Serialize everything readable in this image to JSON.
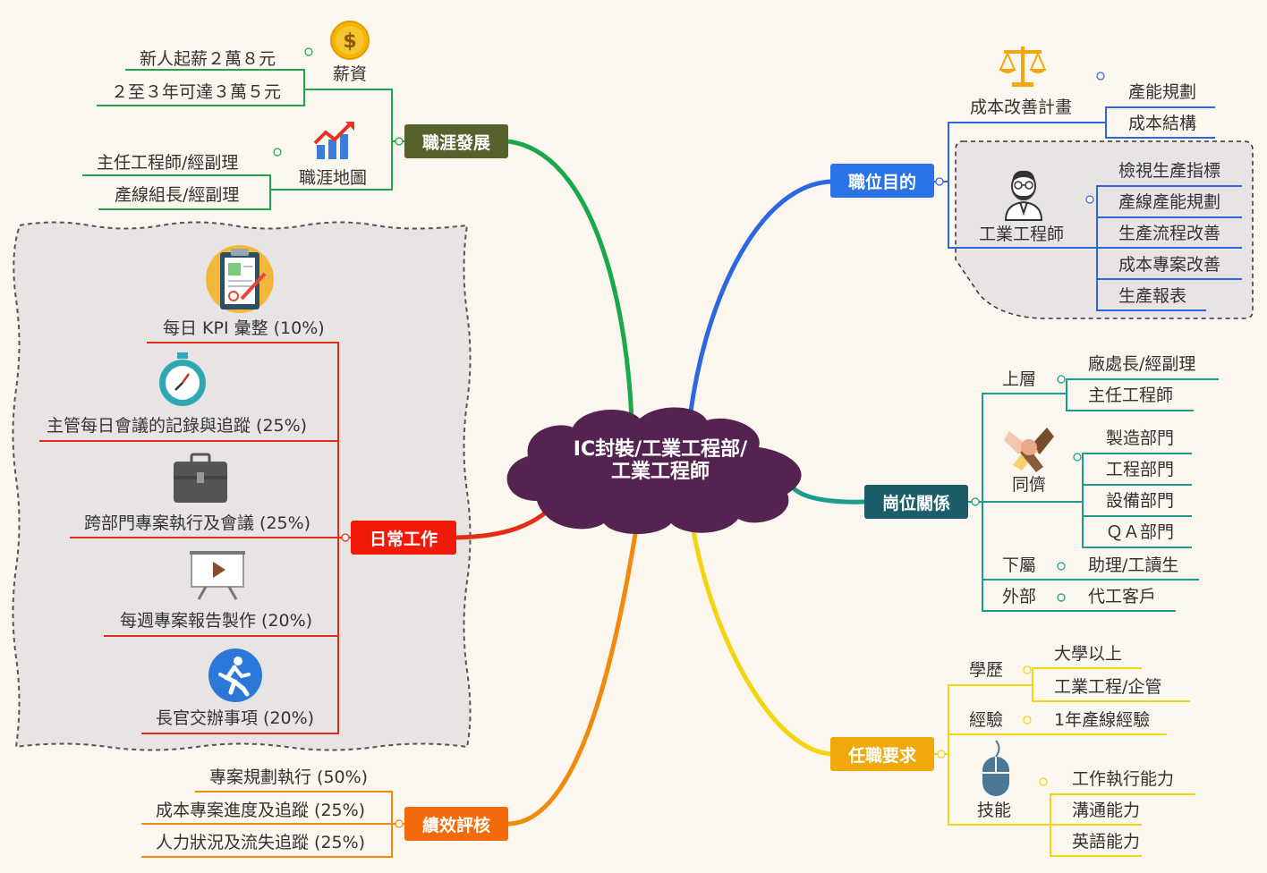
{
  "colors": {
    "central": "#55234f",
    "career": "#56612b",
    "career_line": "#1aa84a",
    "purpose": "#2a73e6",
    "purpose_line": "#2d67e0",
    "relations": "#1b5d69",
    "relations_line": "#1a9d8c",
    "requirements": "#f0a80b",
    "requirements_line": "#f2d40f",
    "daily": "#f11a0a",
    "daily_line": "#e52c17",
    "perf": "#f26a09",
    "perf_line": "#f08a0d",
    "boundary_fill": "#e9e4e4"
  },
  "central": {
    "line1": "IC封裝/工業工程部/",
    "line2": "工業工程師"
  },
  "career": {
    "title": "職涯發展",
    "salary": {
      "label": "薪資",
      "icon": "dollar-coin-icon",
      "items": [
        "新人起薪２萬８元",
        "２至３年可達３萬５元"
      ]
    },
    "map": {
      "label": "職涯地圖",
      "icon": "growth-chart-icon",
      "items": [
        "主任工程師/經副理",
        "產線組長/經副理"
      ]
    }
  },
  "purpose": {
    "title": "職位目的",
    "cost": {
      "label": "成本改善計畫",
      "icon": "scale-icon",
      "items": [
        "產能規劃",
        "成本結構"
      ]
    },
    "engineer": {
      "label": "工業工程師",
      "icon": "engineer-avatar-icon",
      "items": [
        "檢視生產指標",
        "產線產能規劃",
        "生產流程改善",
        "成本專案改善",
        "生產報表"
      ]
    }
  },
  "relations": {
    "title": "崗位關係",
    "upper": {
      "label": "上層",
      "items": [
        "廠處長/經副理",
        "主任工程師"
      ]
    },
    "peer": {
      "label": "同儕",
      "icon": "hands-together-icon",
      "items": [
        "製造部門",
        "工程部門",
        "設備部門",
        "ＱＡ部門"
      ]
    },
    "lower": {
      "label": "下屬",
      "items": [
        "助理/工讀生"
      ]
    },
    "external": {
      "label": "外部",
      "items": [
        "代工客戶"
      ]
    }
  },
  "requirements": {
    "title": "任職要求",
    "education": {
      "label": "學歷",
      "items": [
        "大學以上",
        "工業工程/企管"
      ]
    },
    "experience": {
      "label": "經驗",
      "items": [
        "1年產線經驗"
      ]
    },
    "skills": {
      "label": "技能",
      "icon": "mouse-icon",
      "items": [
        "工作執行能力",
        "溝通能力",
        "英語能力"
      ]
    }
  },
  "daily": {
    "title": "日常工作",
    "items": [
      {
        "label": "每日 KPI 彙整 (10%)",
        "icon": "clipboard-icon"
      },
      {
        "label": "主管每日會議的記錄與追蹤 (25%)",
        "icon": "stopwatch-icon"
      },
      {
        "label": "跨部門專案執行及會議 (25%)",
        "icon": "briefcase-icon"
      },
      {
        "label": "每週專案報告製作 (20%)",
        "icon": "presentation-board-icon"
      },
      {
        "label": "長官交辦事項 (20%)",
        "icon": "running-person-icon"
      }
    ]
  },
  "perf": {
    "title": "績效評核",
    "items": [
      "專案規劃執行 (50%)",
      "成本專案進度及追蹤 (25%)",
      "人力狀況及流失追蹤 (25%)"
    ]
  }
}
